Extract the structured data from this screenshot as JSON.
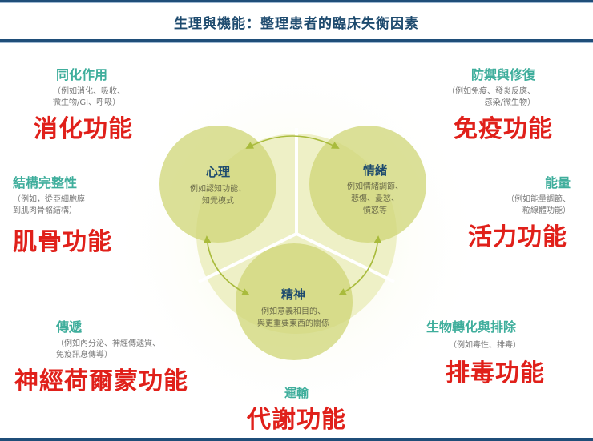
{
  "header": {
    "title": "生理與機能：整理患者的臨床失衡因素"
  },
  "colors": {
    "rule": "#1f4e79",
    "heading_teal": "#3fae9c",
    "function_red": "#e0201a",
    "circle_title": "#1d4a6e",
    "outer_circle": "#eef0c6",
    "inner_circle": "#d3da82",
    "arrow": "#a9bb3c"
  },
  "center_diagram": {
    "circles": [
      {
        "title": "心理",
        "desc": "例如認知功能、\n知覺模式"
      },
      {
        "title": "情緒",
        "desc": "例如情緒調節、\n悲傷、憂愁、\n憤怒等"
      },
      {
        "title": "精神",
        "desc": "例如意義和目的、\n與更重要東西的關係"
      }
    ]
  },
  "factors": [
    {
      "position": "top-left",
      "heading": "同化作用",
      "detail": "（例如消化、吸收、\n微生物/GI、呼吸）",
      "function": "消化功能"
    },
    {
      "position": "top-right",
      "heading": "防禦與修復",
      "detail": "（例如免疫、發炎反應、\n感染/微生物）",
      "function": "免疫功能"
    },
    {
      "position": "middle-left",
      "heading": "結構完整性",
      "detail": "（例如，從亞細胞膜\n到肌肉骨骼結構）",
      "function": "肌骨功能"
    },
    {
      "position": "middle-right",
      "heading": "能量",
      "detail": "（例如能量調節、\n粒線體功能）",
      "function": "活力功能"
    },
    {
      "position": "bottom-left",
      "heading": "傳遞",
      "detail": "（例如內分泌、神經傳遞質、\n免疫訊息傳導）",
      "function": "神經荷爾蒙功能"
    },
    {
      "position": "bottom-right",
      "heading": "生物轉化與排除",
      "detail": "（例如毒性、排毒）",
      "function": "排毒功能"
    },
    {
      "position": "bottom-center",
      "heading": "運輸",
      "detail": "",
      "function": "代謝功能"
    }
  ]
}
